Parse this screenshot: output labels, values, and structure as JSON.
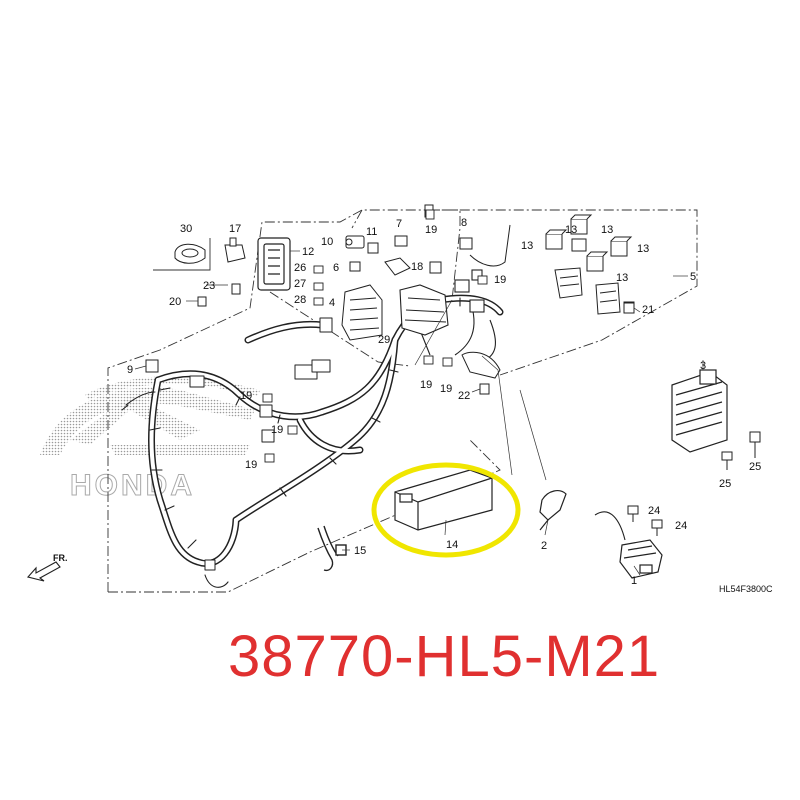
{
  "brand_watermark": "HONDA",
  "diagram_code": "HL54F3800C",
  "front_label": "FR.",
  "part_number": "38770-HL5-M21",
  "highlight_color": "#f0e600",
  "part_number_color": "#e03030",
  "callouts": {
    "c1": "1",
    "c2": "2",
    "c3": "3",
    "c4": "4",
    "c5": "5",
    "c6": "6",
    "c7": "7",
    "c8": "8",
    "c9": "9",
    "c10": "10",
    "c11": "11",
    "c12": "12",
    "c13a": "13",
    "c13b": "13",
    "c13c": "13",
    "c13d": "13",
    "c13e": "13",
    "c14": "14",
    "c15": "15",
    "c17": "17",
    "c18": "18",
    "c19a": "19",
    "c19b": "19",
    "c19c": "19",
    "c19d": "19",
    "c19e": "19",
    "c19f": "19",
    "c19g": "19",
    "c20": "20",
    "c21": "21",
    "c22": "22",
    "c23": "23",
    "c24a": "24",
    "c24b": "24",
    "c25a": "25",
    "c25b": "25",
    "c26": "26",
    "c27": "27",
    "c28": "28",
    "c29": "29",
    "c30": "30"
  }
}
